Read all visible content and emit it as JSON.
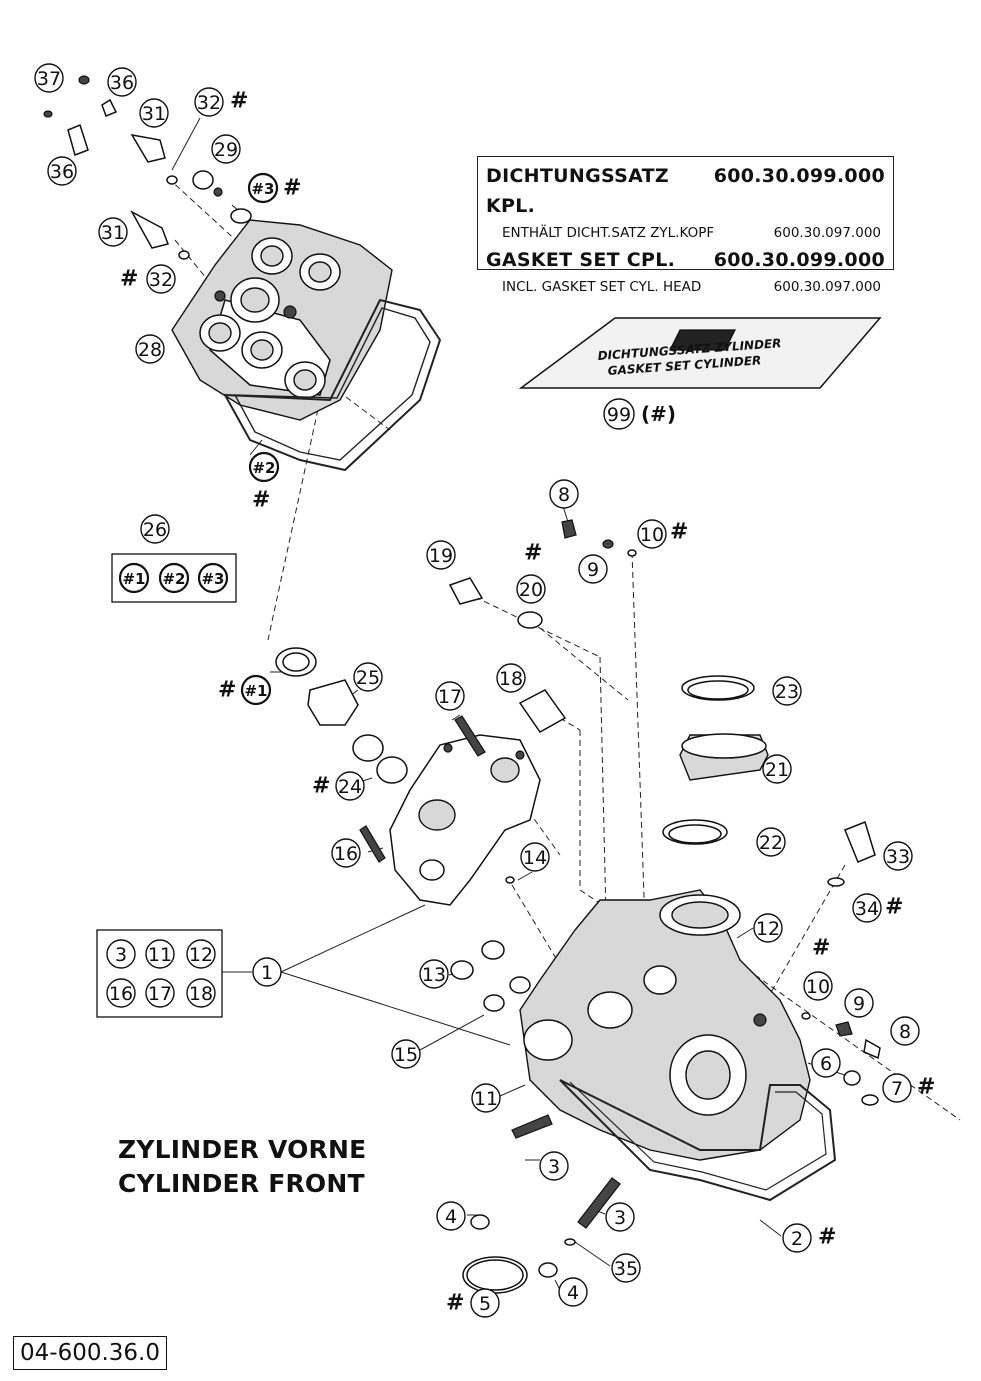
{
  "gasket_box": {
    "rows": [
      {
        "label": "DICHTUNGSSATZ KPL.",
        "number": "600.30.099.000"
      },
      {
        "label": "ENTHÄLT DICHT.SATZ ZYL.KOPF",
        "number": "600.30.097.000"
      },
      {
        "label": "GASKET SET CPL.",
        "number": "600.30.099.000"
      },
      {
        "label": "INCL. GASKET SET CYL. HEAD",
        "number": "600.30.097.000"
      }
    ]
  },
  "gasket_kit": {
    "label_de": "DICHTUNGSSATZ ZYLINDER",
    "label_en": "GASKET SET CYLINDER",
    "ref": "99",
    "ref_suffix": "(#)"
  },
  "title": {
    "line1": "ZYLINDER VORNE",
    "line2": "CYLINDER FRONT"
  },
  "document_number": "04-600.36.0",
  "hash_symbol": "#",
  "callouts": {
    "c37": "37",
    "c36a": "36",
    "c36b": "36",
    "c31a": "31",
    "c31b": "31",
    "c32a": "32",
    "c32b": "32",
    "c29": "29",
    "c3h": "#3",
    "c28": "28",
    "c2h": "#2",
    "c26": "26",
    "k1": "#1",
    "k2": "#2",
    "k3": "#3",
    "c1h": "#1",
    "c25": "25",
    "c24": "24",
    "c17": "17",
    "c18": "18",
    "c16": "16",
    "c14": "14",
    "c19": "19",
    "c20": "20",
    "c8a": "8",
    "c9a": "9",
    "c10a": "10",
    "c23": "23",
    "c21": "21",
    "c22": "22",
    "c33": "33",
    "c34": "34",
    "c12": "12",
    "c1": "1",
    "c13": "13",
    "c15": "15",
    "c11": "11",
    "c10b": "10",
    "c9b": "9",
    "c8b": "8",
    "c6": "6",
    "c7": "7",
    "c3a": "3",
    "c3b": "3",
    "c4a": "4",
    "c4b": "4",
    "c2": "2",
    "c35": "35",
    "c5": "5",
    "g3": "3",
    "g11": "11",
    "g12": "12",
    "g16": "16",
    "g17": "17",
    "g18": "18"
  }
}
